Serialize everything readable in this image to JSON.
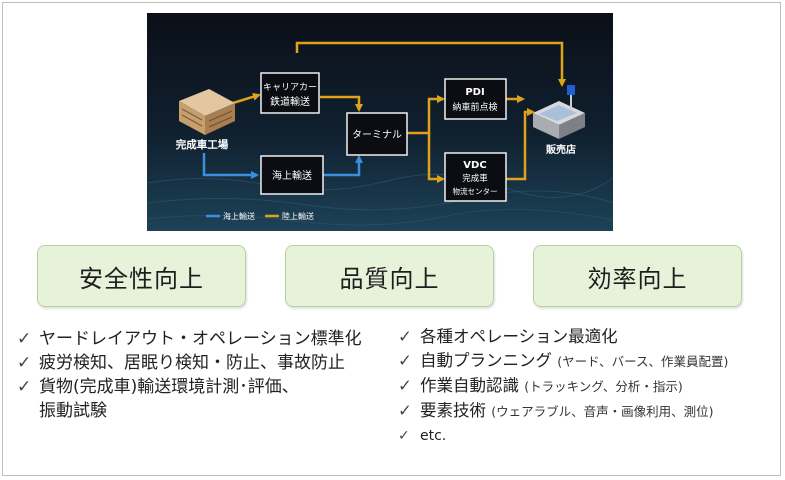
{
  "diagram": {
    "nodes": {
      "factory": "完成車工場",
      "rail": [
        "キャリアカー",
        "鉄道輸送"
      ],
      "sea": "海上輸送",
      "terminal": "ターミナル",
      "pdi": [
        "PDI",
        "納車前点検"
      ],
      "vdc": [
        "VDC",
        "完成車",
        "物流センター"
      ],
      "dealer": "販売店"
    },
    "legend": {
      "sea": "海上輸送",
      "land": "陸上輸送"
    },
    "colors": {
      "sea": "#3b8ee0",
      "land": "#e0a21a",
      "background": "#0d1422",
      "box_border": "#f0f0f0"
    }
  },
  "categories": [
    "安全性向上",
    "品質向上",
    "効率向上"
  ],
  "check_icon": "check-icon",
  "left_list": {
    "items": [
      "ヤードレイアウト・オペレーション標準化",
      "疲労検知、居眠り検知・防止、事故防止",
      "貨物(完成車)輸送環境計測･評価、"
    ],
    "continuation": "振動試験"
  },
  "right_list": {
    "items": [
      {
        "main": "各種オペレーション最適化",
        "note": ""
      },
      {
        "main": "自動プランニング",
        "note": "(ヤード、バース、作業員配置)"
      },
      {
        "main": "作業自動認識",
        "note": "(トラッキング、分析・指示)"
      },
      {
        "main": "要素技術",
        "note": "(ウェアラブル、音声・画像利用、測位)"
      }
    ],
    "etc": "etc."
  }
}
